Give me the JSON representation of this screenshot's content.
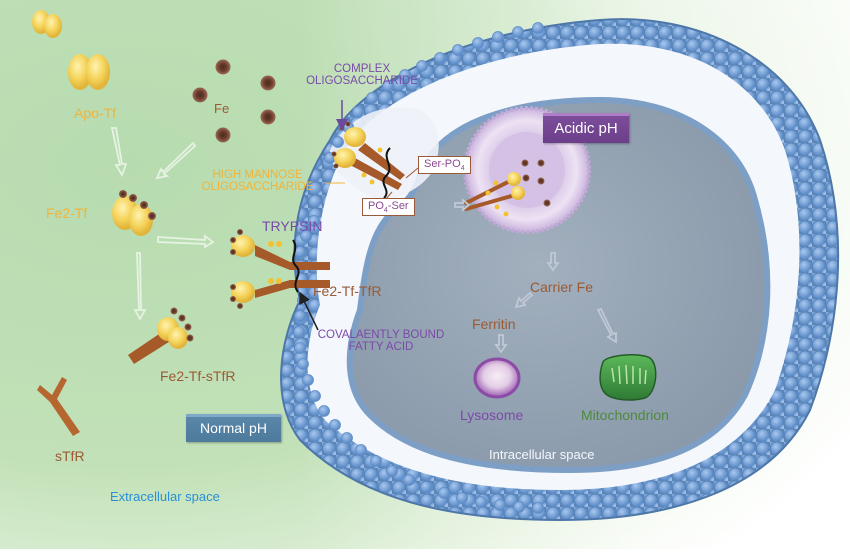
{
  "figure": {
    "title": "Transferrin receptor cycle and iron uptake",
    "colors": {
      "extracellular_bg": "#b9dcb0",
      "membrane_bead": "#6f9fd8",
      "cytoplasm": "#93a3b3",
      "endosome": "#d4c2e4",
      "transferrin": "#f3cf55",
      "receptor": "#a65a2a",
      "iron": "#6b3a2a"
    }
  },
  "labels": {
    "apo_tf": "Apo-Tf",
    "fe": "Fe",
    "fe2_tf": "Fe2-Tf",
    "fe2_tf_stfr": "Fe2-Tf-sTfR",
    "stfr": "sTfR",
    "complex_oligo_line1": "COMPLEX",
    "complex_oligo_line2": "OLIGOSACCHARIDE",
    "high_mannose_line1": "HIGH MANNOSE",
    "high_mannose_line2": "OLIGOSACCHARIDE",
    "trypsin": "TRYPSIN",
    "fe2_tf_tfr": "Fe2-Tf-TfR",
    "fatty_acid_line1": "COVALAENTLY BOUND",
    "fatty_acid_line2": "FATTY ACID",
    "ser_po4_prefix": "Ser-PO",
    "ser_po4_sub": "4",
    "po4_ser_prefix": "PO",
    "po4_ser_sub": "4",
    "po4_ser_suffix": "-Ser",
    "acidic_ph": "Acidic pH",
    "normal_ph": "Normal pH",
    "carrier_fe": "Carrier Fe",
    "ferritin": "Ferritin",
    "lysosome": "Lysosome",
    "mitochondrion": "Mitochondrion",
    "intracellular_space": "Intracellular space",
    "extracellular_space": "Extracellular space"
  }
}
